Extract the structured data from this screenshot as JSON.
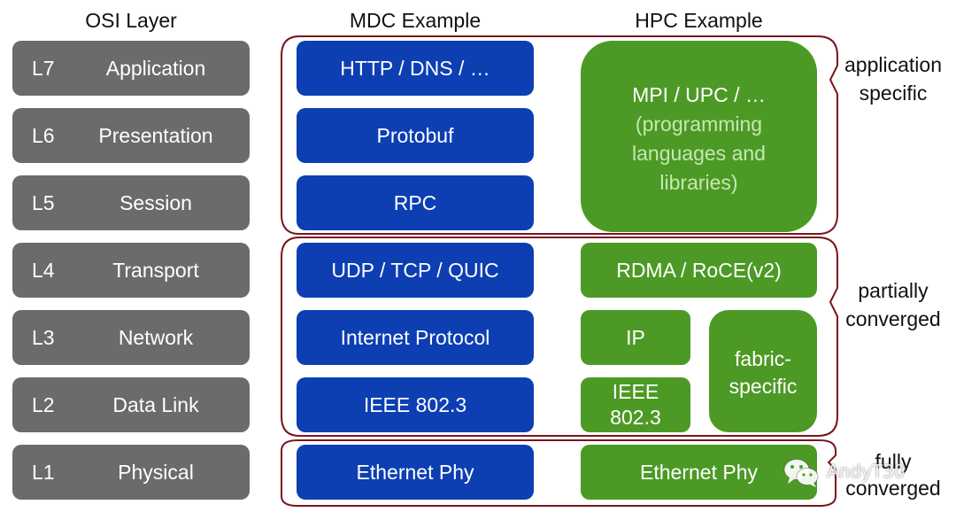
{
  "headers": {
    "osi": "OSI Layer",
    "mdc": "MDC Example",
    "hpc": "HPC Example"
  },
  "osi_layers": [
    {
      "code": "L7",
      "name": "Application"
    },
    {
      "code": "L6",
      "name": "Presentation"
    },
    {
      "code": "L5",
      "name": "Session"
    },
    {
      "code": "L4",
      "name": "Transport"
    },
    {
      "code": "L3",
      "name": "Network"
    },
    {
      "code": "L2",
      "name": "Data Link"
    },
    {
      "code": "L1",
      "name": "Physical"
    }
  ],
  "mdc": [
    "HTTP / DNS / …",
    "Protobuf",
    "RPC",
    "UDP / TCP / QUIC",
    "Internet Protocol",
    "IEEE 802.3",
    "Ethernet Phy"
  ],
  "hpc": {
    "app_main": "MPI / UPC / …",
    "app_sub": "(programming languages and libraries)",
    "transport": "RDMA / RoCE(v2)",
    "network": "IP",
    "datalink_line1": "IEEE",
    "datalink_line2": "802.3",
    "fabric_line1": "fabric-",
    "fabric_line2": "specific",
    "physical": "Ethernet Phy"
  },
  "groups": {
    "application_line1": "application",
    "application_line2": "specific",
    "partial_line1": "partially",
    "partial_line2": "converged",
    "full_line1": "fully",
    "full_line2": "converged"
  },
  "watermark": {
    "icon": "wechat-icon",
    "text": "AndyT30"
  },
  "colors": {
    "osi_gray": "#6b6b6b",
    "mdc_blue": "#0d3fb3",
    "hpc_green": "#4c9a25",
    "hpc_green_subtext": "#c7e7b1",
    "bracket_red": "#7a1620"
  }
}
